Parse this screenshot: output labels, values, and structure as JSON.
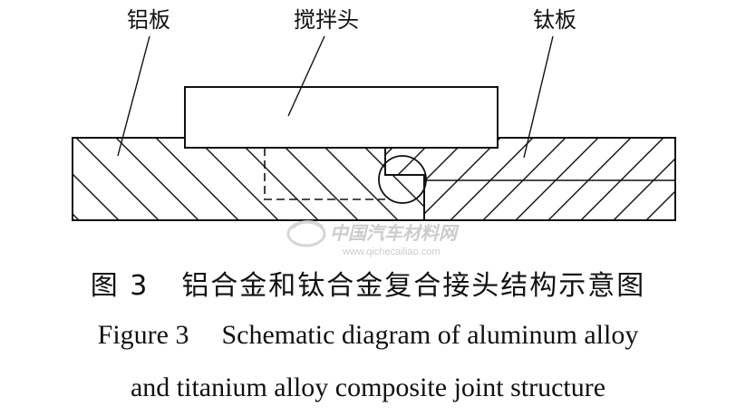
{
  "labels": {
    "aluminum_plate": "铝板",
    "stir_head": "搅拌头",
    "titanium_plate": "钛板"
  },
  "watermark": {
    "brand": "中国汽车材料网",
    "url": "www.qichecailiao.com"
  },
  "caption_cn": {
    "figure_no": "图 3",
    "title": "铝合金和钛合金复合接头结构示意图"
  },
  "caption_en": {
    "figure_no": "Figure 3",
    "line1": "Schematic diagram of aluminum alloy",
    "line2": "and titanium alloy composite joint structure"
  },
  "colors": {
    "line": "#111111",
    "watermark": "#c4c4c4"
  }
}
